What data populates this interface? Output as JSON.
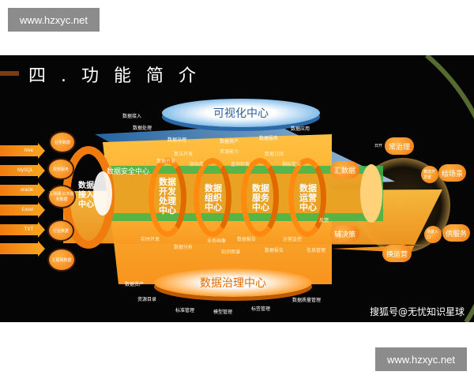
{
  "watermarks": {
    "top": "www.hzxyc.net",
    "bottom": "www.hzxyc.net",
    "credit": "搜狐号@无忧知识星球"
  },
  "title": "四 . 功 能 简 介",
  "top_center": "可视化中心",
  "bottom_center": "数据治理中心",
  "security_center": "数据安全中心",
  "access_center": "数据接入中心",
  "centers": [
    "数据开发处理中心",
    "数据组织中心",
    "数据服务中心",
    "数据运营中心"
  ],
  "sources": [
    "hive",
    "MySQL",
    "oracle",
    "Excel",
    "TXT",
    ""
  ],
  "left_bubbles": [
    "业务数据",
    "政务服务",
    "互联网·公共服务数据",
    "行业数据",
    "互联网数据"
  ],
  "right_bubbles": {
    "govern": "常治理",
    "scene": "绘场景",
    "serve": "供服务",
    "decide": "辅决策",
    "operate": "换运营",
    "gather": "汇数据",
    "scene_pre": "算法开发者",
    "serve_pre": "场景入口",
    "govern_pre": "日开"
  },
  "top_labels": [
    "数据接入",
    "数据处理",
    "数据治理",
    "数据资产",
    "数据服务",
    "数据应用"
  ],
  "bottom_labels": [
    "数据资产",
    "资源目录",
    "标准管理",
    "模型管理",
    "标签管理",
    "数据质量管理"
  ],
  "tube_labels": [
    "算法开发",
    "资源能力",
    "数据开发",
    "原始库",
    "实时开发",
    "数据分析",
    "业务画像",
    "知识图谱",
    "查询检索",
    "指标定义",
    "数据订阅",
    "数据报告",
    "运营监控",
    "数据报告",
    "反馈",
    "信息管理"
  ],
  "colors": {
    "orange": "#f7941d",
    "green": "#3cb54a",
    "blue": "#5ba8e0",
    "background": "#050505"
  }
}
